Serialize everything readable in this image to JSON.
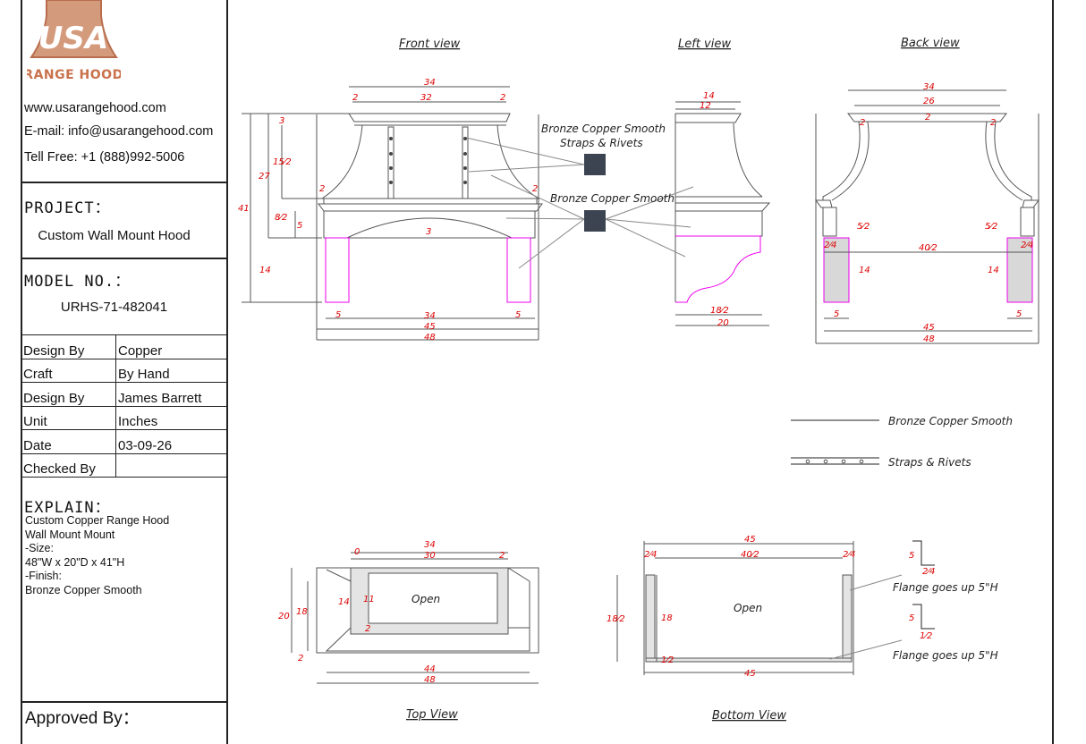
{
  "brand": {
    "logo_text": "USA",
    "logo_sub": "RANGE HOOD"
  },
  "contact": {
    "website": "www.usarangehood.com",
    "email": "E-mail: info@usarangehood.com",
    "phone": "Tell Free: +1 (888)992-5006"
  },
  "project": {
    "title": "PROJECT：",
    "value": "Custom Wall Mount Hood"
  },
  "model": {
    "title": "MODEL NO.：",
    "value": "URHS-71-482041"
  },
  "info_rows": [
    {
      "key": "Design By",
      "value": "Copper"
    },
    {
      "key": "Craft",
      "value": "By Hand"
    },
    {
      "key": "Design By",
      "value": "James Barrett"
    },
    {
      "key": "Unit",
      "value": "Inches"
    },
    {
      "key": "Date",
      "value": "03-09-26"
    },
    {
      "key": "Checked By",
      "value": ""
    }
  ],
  "explain": {
    "title": "EXPLAIN：",
    "lines": [
      "Custom Copper Range Hood",
      "Wall Mount Mount",
      "-Size:",
      "48\"W x 20\"D x 41\"H",
      "-Finish:",
      "Bronze Copper Smooth"
    ]
  },
  "approved_by": "Approved By：",
  "views": {
    "front": "Front view",
    "left": "Left view",
    "back": "Back view",
    "top": "Top View",
    "bottom": "Bottom View"
  },
  "callouts": {
    "straps_line1": "Bronze Copper Smooth",
    "straps_line2": "Straps & Rivets",
    "smooth": "Bronze Copper Smooth"
  },
  "legend": {
    "smooth": "Bronze Copper Smooth",
    "straps": "Straps & Rivets"
  },
  "labels": {
    "open_top": "Open",
    "open_bottom": "Open",
    "flange_1": "Flange goes up 5\"H",
    "flange_2": "Flange goes up 5\"H"
  },
  "dims": {
    "f34": "34",
    "f32": "32",
    "f2a": "2",
    "f2b": "2",
    "f3": "3",
    "f15": "15⁄2",
    "f27": "27",
    "f41": "41",
    "f2c": "2",
    "f2d": "2",
    "f8": "8⁄2",
    "f5": "5",
    "f3b": "3",
    "f14": "14",
    "f5a": "5",
    "f34b": "34",
    "f5b": "5",
    "f45": "45",
    "f48": "48",
    "l14": "14",
    "l12": "12",
    "l18": "18⁄2",
    "l20": "20",
    "b34": "34",
    "b26": "26",
    "b2a": "2",
    "b2b": "2",
    "b2c": "2",
    "b5a": "5⁄2",
    "b5b": "5⁄2",
    "b2d": "2⁄4",
    "b40": "40⁄2",
    "b2e": "2⁄4",
    "b14a": "14",
    "b14b": "14",
    "b5c": "5",
    "b5d": "5",
    "b45": "45",
    "b48": "48",
    "t34": "34",
    "t0": "0",
    "t30": "30",
    "t2a": "2",
    "t14": "14",
    "t11": "11",
    "t20": "20",
    "t18": "18",
    "t2b": "2",
    "t2c": "2",
    "t44": "44",
    "t48": "48",
    "m45": "45",
    "m2a": "2⁄4",
    "m40": "40⁄2",
    "m2b": "2⁄4",
    "m18a": "18⁄2",
    "m18b": "18",
    "m1": "1⁄2",
    "m45b": "45",
    "m5a": "5",
    "m2c": "2⁄4",
    "m5b": "5",
    "m1b": "1⁄2"
  }
}
